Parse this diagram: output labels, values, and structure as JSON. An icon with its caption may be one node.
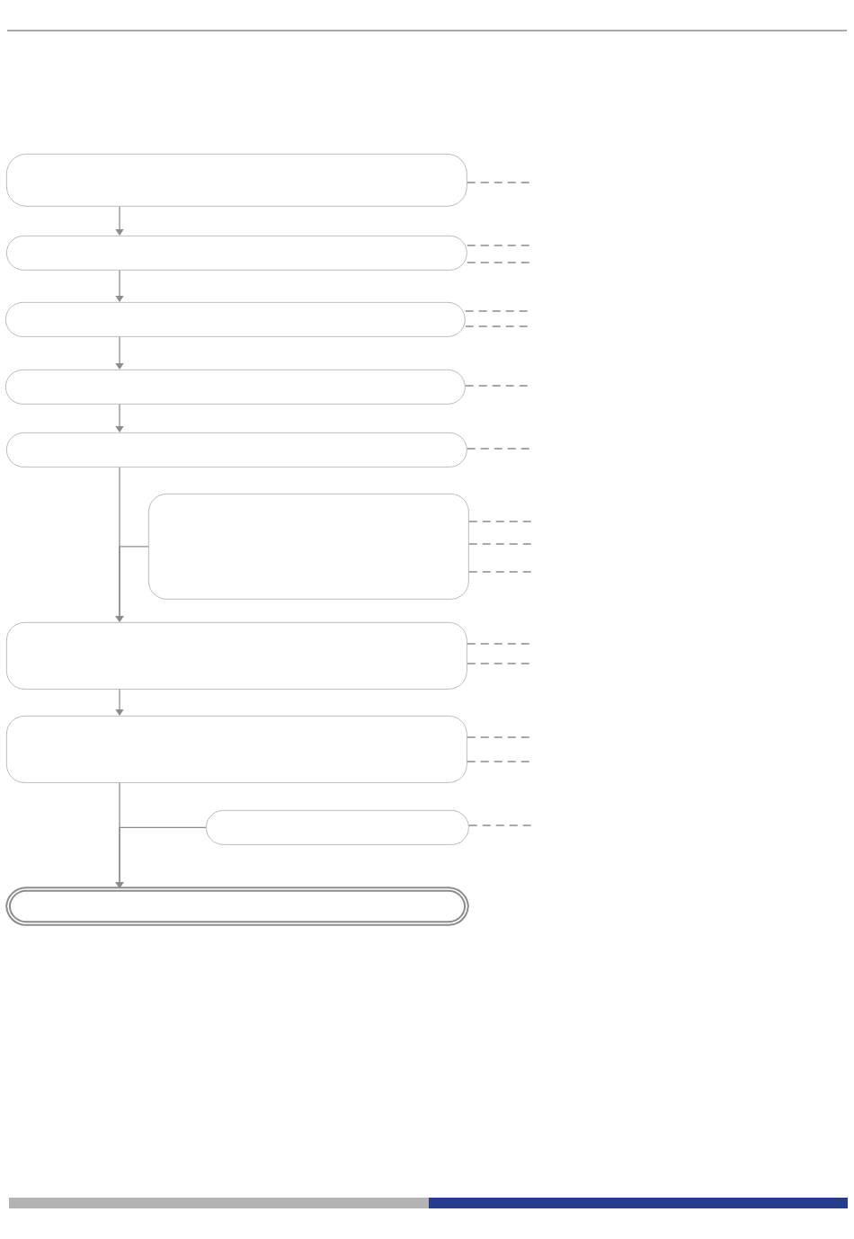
{
  "diagram": {
    "nodes": [
      {
        "text": [],
        "shape": "box"
      },
      {
        "text": [],
        "shape": "box"
      },
      {
        "text": [],
        "shape": "box"
      },
      {
        "text": [],
        "shape": "box"
      },
      {
        "text": [],
        "shape": "box"
      },
      {
        "text": [],
        "shape": "box"
      },
      {
        "text": [],
        "shape": "box"
      },
      {
        "text": [],
        "shape": "box"
      },
      {
        "text": [],
        "shape": "box"
      },
      {
        "text": [],
        "shape": "box"
      }
    ],
    "edges": [
      {
        "from": 0,
        "to": 1,
        "arrow": "to"
      },
      {
        "from": 1,
        "to": 2,
        "arrow": "to"
      },
      {
        "from": 2,
        "to": 3,
        "arrow": "to"
      },
      {
        "from": 3,
        "to": 4,
        "arrow": "to"
      },
      {
        "from": 4,
        "to": 6,
        "arrow": "to"
      },
      {
        "from": 5,
        "to": 6,
        "arrow": "to"
      },
      {
        "from": 6,
        "to": 7,
        "arrow": "to"
      },
      {
        "from": 7,
        "to": 9,
        "arrow": "to"
      },
      {
        "from": 8,
        "to": 9,
        "arrow": "to"
      },
      {
        "from": 0,
        "to": null,
        "arrow": "none",
        "style": "dashed"
      },
      {
        "from": 1,
        "to": null,
        "arrow": "none",
        "style": "dashed"
      },
      {
        "from": 1,
        "to": null,
        "arrow": "none",
        "style": "dashed"
      },
      {
        "from": 2,
        "to": null,
        "arrow": "none",
        "style": "dashed"
      },
      {
        "from": 2,
        "to": null,
        "arrow": "none",
        "style": "dashed"
      },
      {
        "from": 3,
        "to": null,
        "arrow": "none",
        "style": "dashed"
      },
      {
        "from": 4,
        "to": null,
        "arrow": "none",
        "style": "dashed"
      },
      {
        "from": 5,
        "to": null,
        "arrow": "none",
        "style": "dashed"
      },
      {
        "from": 5,
        "to": null,
        "arrow": "none",
        "style": "dashed"
      },
      {
        "from": 5,
        "to": null,
        "arrow": "none",
        "style": "dashed"
      },
      {
        "from": 6,
        "to": null,
        "arrow": "none",
        "style": "dashed"
      },
      {
        "from": 6,
        "to": null,
        "arrow": "none",
        "style": "dashed"
      },
      {
        "from": 7,
        "to": null,
        "arrow": "none",
        "style": "dashed"
      },
      {
        "from": 7,
        "to": null,
        "arrow": "none",
        "style": "dashed"
      },
      {
        "from": 8,
        "to": null,
        "arrow": "none",
        "style": "dashed"
      }
    ]
  }
}
